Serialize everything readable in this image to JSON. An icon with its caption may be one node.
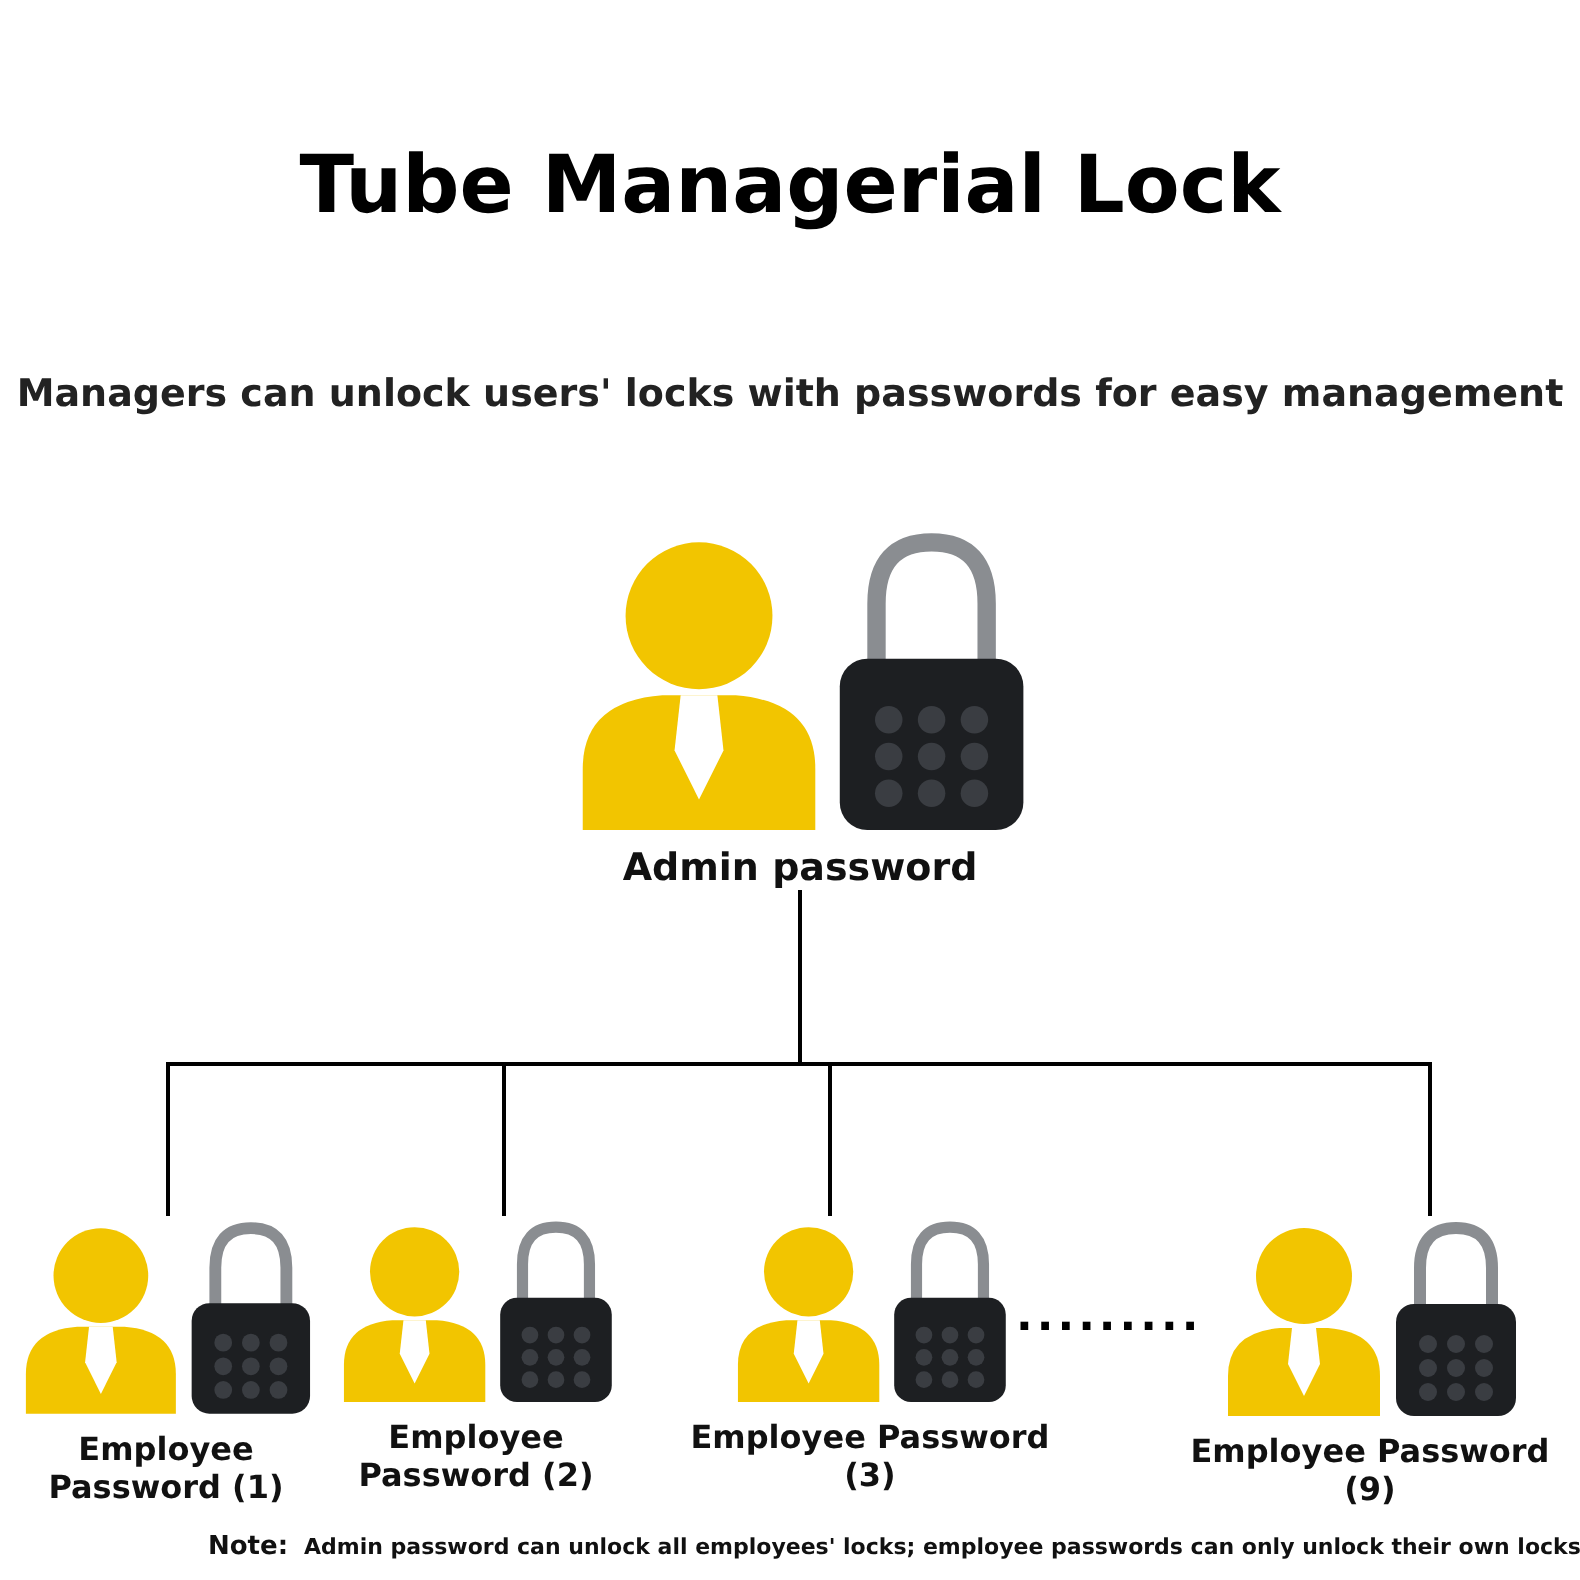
{
  "diagram": {
    "title": "Tube Managerial Lock",
    "nodes": [
      {
        "text": [
          "Admin password"
        ]
      },
      {
        "text": [
          "Employee Password (1)"
        ]
      },
      {
        "text": [
          "Employee Password (2)"
        ]
      },
      {
        "text": [
          "Employee Password (3)"
        ]
      },
      {
        "text": [
          "Employee Password (9)"
        ]
      }
    ],
    "edges": [
      {
        "from": 0,
        "to": 1,
        "arrow": "none"
      },
      {
        "from": 0,
        "to": 2,
        "arrow": "none"
      },
      {
        "from": 0,
        "to": 3,
        "arrow": "none"
      },
      {
        "from": 0,
        "to": 4,
        "arrow": "none"
      }
    ],
    "labels": [
      "Managers can unlock users' locks with passwords for easy management",
      ".........",
      "Note:",
      "Admin password can unlock all employees' locks; employee passwords can only unlock their own locks"
    ]
  }
}
